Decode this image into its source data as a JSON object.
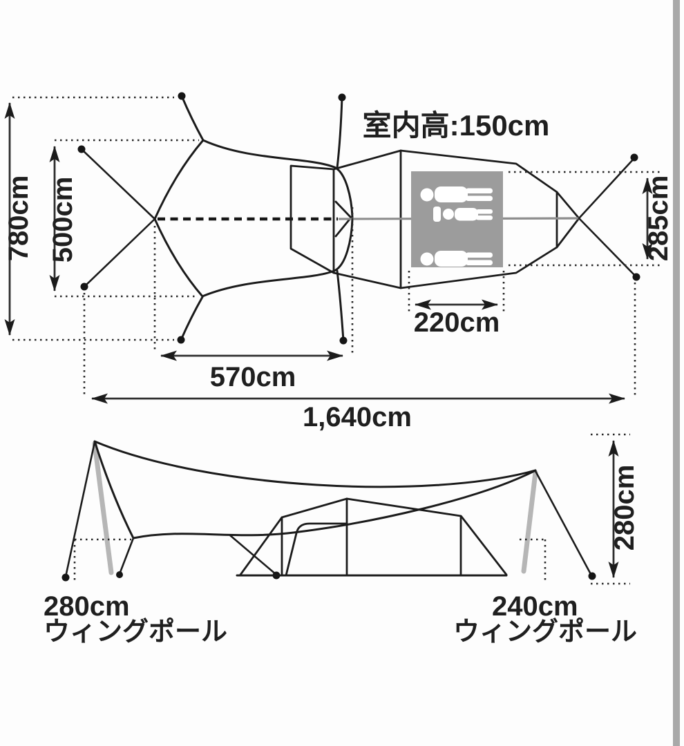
{
  "top_view": {
    "interior_height_label": "室内高:150cm",
    "tarp_span_label": "780cm",
    "tarp_inner_span_label": "500cm",
    "tent_span_label": "285cm",
    "inner_room_label": "220cm",
    "tarp_length_label": "570cm",
    "total_length_label": "1,640cm"
  },
  "side_view": {
    "pole_height_label": "280cm",
    "left_pole": {
      "size": "280cm",
      "name": "ウィングポール"
    },
    "right_pole": {
      "size": "240cm",
      "name": "ウィングポール"
    }
  },
  "colors": {
    "line": "#1b1b1b",
    "pole_gray": "#b6b6b6",
    "inner_room_gray": "#9c9c9c",
    "ridge_gray": "#8d8d8d",
    "scrollbar_gray": "#a9a9a9",
    "background": "#fdfdfd"
  }
}
